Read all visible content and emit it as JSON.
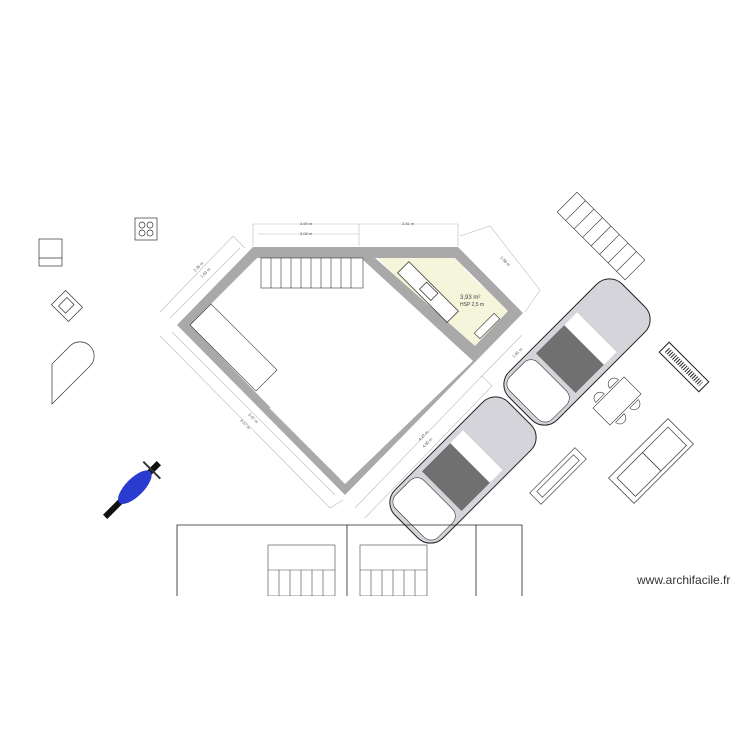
{
  "plan": {
    "room": {
      "area": "3,93 m²",
      "height": "HSP 2,5 m",
      "fill_color": "#f5f5dc"
    },
    "wall_color": "#a9a9a9",
    "dimensions": {
      "top_outer_left": "3.69 m",
      "top_inner_left": "3.08 m",
      "top_right": "2.81 m",
      "left_outer": "2.35 m",
      "left_inner": "1.63 m",
      "right_upper": "2.58 m",
      "right_lower": "1.81 m",
      "bottom_left_inner": "5.67 m",
      "bottom_left_outer": "6.17 m",
      "bottom_right_inner": "4.27 m",
      "bottom_right_outer": "4.90 m"
    },
    "objects": [
      "cooktop-icon",
      "oven-icon",
      "sink-icon",
      "bathtub-icon",
      "motorcycle-icon",
      "car-icon",
      "car-icon",
      "dining-table-icon",
      "sofa-icon",
      "piano-icon",
      "staircase-icon",
      "bench-icon"
    ]
  },
  "watermark": "www.archifacile.fr"
}
